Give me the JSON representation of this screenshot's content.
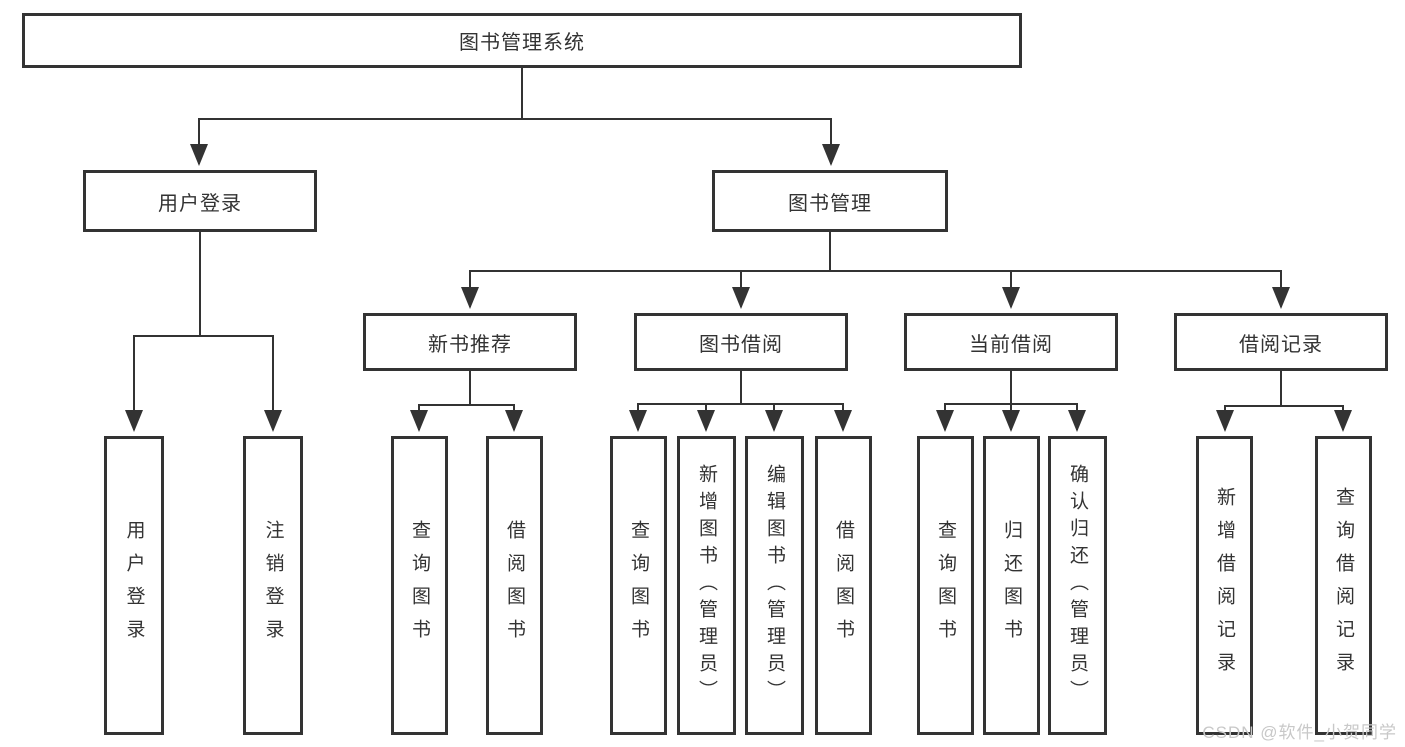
{
  "tree": {
    "root": "图书管理系统",
    "level2": [
      {
        "label": "用户登录"
      },
      {
        "label": "图书管理"
      }
    ],
    "level3": [
      {
        "label": "新书推荐"
      },
      {
        "label": "图书借阅"
      },
      {
        "label": "当前借阅"
      },
      {
        "label": "借阅记录"
      }
    ],
    "leaves": {
      "user_login": [
        "用户登录",
        "注销登录"
      ],
      "new_book": [
        "查询图书",
        "借阅图书"
      ],
      "borrow": [
        "查询图书",
        "新增图书（管理员）",
        "编辑图书（管理员）",
        "借阅图书"
      ],
      "current": [
        "查询图书",
        "归还图书",
        "确认归还（管理员）"
      ],
      "records": [
        "新增借阅记录",
        "查询借阅记录"
      ]
    }
  },
  "watermark": {
    "text": "CSDN @软件_小贺同学"
  },
  "colors": {
    "line": "#333333",
    "box_border": "#333333",
    "text": "#333333",
    "watermark": "#c8c8c8",
    "background": "#ffffff"
  }
}
